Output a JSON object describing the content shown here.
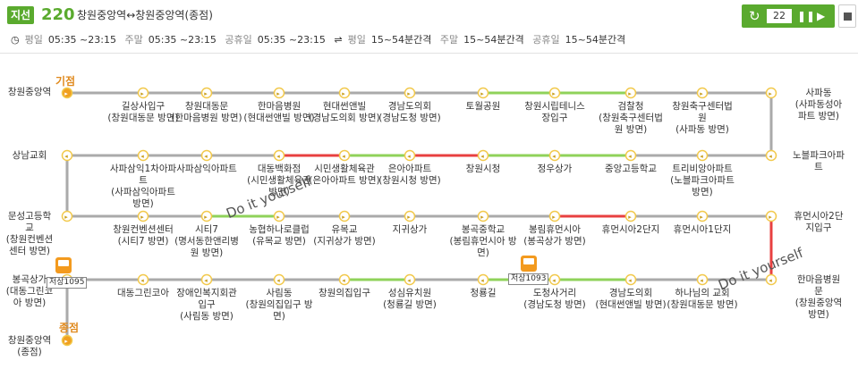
{
  "header": {
    "type_badge": "지선",
    "route_number": "220",
    "route_title": "창원중앙역↔창원중앙역(종점)",
    "weekday_label": "평일",
    "weekday_time": "05:35 ~23:15",
    "weekend_label": "주말",
    "weekend_time": "05:35 ~23:15",
    "holiday_label": "공휴일",
    "holiday_time": "05:35 ~23:15",
    "weekday_interval_label": "평일",
    "weekday_interval": "15~54분간격",
    "weekend_interval_label": "주말",
    "weekend_interval": "15~54분간격",
    "holiday_interval_label": "공휴일",
    "holiday_interval": "15~54분간격",
    "refresh_count": "22"
  },
  "colors": {
    "brand": "#5aaa2e",
    "normal": "#aaaaaa",
    "free": "#8fd25a",
    "jam": "#e84040",
    "stop": "#f2c94c",
    "terminal": "#f0a020"
  },
  "labels": {
    "start": "기점",
    "end": "종점"
  },
  "watermarks": [
    "Do it yourself",
    "Do it yourself"
  ],
  "buses": [
    {
      "label": "저상1095"
    },
    {
      "label": "저상1093"
    }
  ],
  "rows": [
    {
      "stops": [
        "창원중앙역",
        "길상사입구\n(창원대동문 방면)",
        "창원대동문\n(한마음병원 방면)",
        "한마음병원\n(현대썬앤빌 방면)",
        "현대썬앤빌\n(경남도의회 방면)",
        "경남도의회\n(경남도청 방면)",
        "토월공원",
        "창원시립테니스\n장입구",
        "검찰청\n(창원축구센터법\n원 방면)",
        "창원축구센터법\n원\n(사파동 방면)",
        "사파동\n(사파동성아\n파트 방면)"
      ],
      "segments": [
        "normal",
        "normal",
        "normal",
        "normal",
        "normal",
        "normal",
        "free",
        "free",
        "normal",
        "normal"
      ]
    },
    {
      "stops": [
        "노블파크아파\n트",
        "트리비앙아파트\n(노블파크아파트\n방면)",
        "중앙고등학교",
        "정우상가",
        "창원시청",
        "은아아파트\n(창원시청 방면)",
        "시민생활체육관\n(은아아파트 방면)",
        "대동백화점\n(시민생활체육관\n방면)",
        "사파삼익아파트",
        "사파삼익1차아파\n트\n(사파삼익아파트\n방면)",
        "상남교회"
      ],
      "segments": [
        "normal",
        "normal",
        "free",
        "free",
        "jam",
        "free",
        "jam",
        "normal",
        "normal",
        "normal"
      ]
    },
    {
      "stops": [
        "문성고등학\n교\n(창원컨벤션\n센터 방면)",
        "창원컨벤션센터\n(시티7 방면)",
        "시티7\n(명서동한앤리병\n원 방면)",
        "농협하나로클럽\n(유목교 방면)",
        "유목교\n(지귀상가 방면)",
        "지귀상가",
        "봉곡중학교\n(봉림휴먼시아 방\n면)",
        "봉림휴먼시아\n(봉곡상가 방면)",
        "휴먼시아2단지",
        "휴먼시아1단지",
        "휴먼시아2단\n지입구"
      ],
      "segments": [
        "normal",
        "normal",
        "free",
        "normal",
        "normal",
        "normal",
        "normal",
        "jam",
        "normal",
        "normal"
      ]
    },
    {
      "stops": [
        "한마음병원\n문\n(창원중앙역\n방면)",
        "하나님의 교회\n(창원대동문 방면)",
        "경남도의회\n(현대썬앤빌 방면)",
        "도청사거리\n(경남도청 방면)",
        "청룡길",
        "성심유치원\n(청룡길 방면)",
        "창원의집입구",
        "사림동\n(창원의집입구 방\n면)",
        "장애인복지회관\n입구\n(사림동 방면)",
        "대동그린코아",
        "봉곡상가\n(대동그린코\n아 방면)"
      ],
      "segments": [
        "normal",
        "normal",
        "free",
        "free",
        "normal",
        "free",
        "normal",
        "normal",
        "normal",
        "normal"
      ]
    },
    {
      "stops": [
        "창원중앙역\n(종점)"
      ],
      "segments": []
    }
  ]
}
